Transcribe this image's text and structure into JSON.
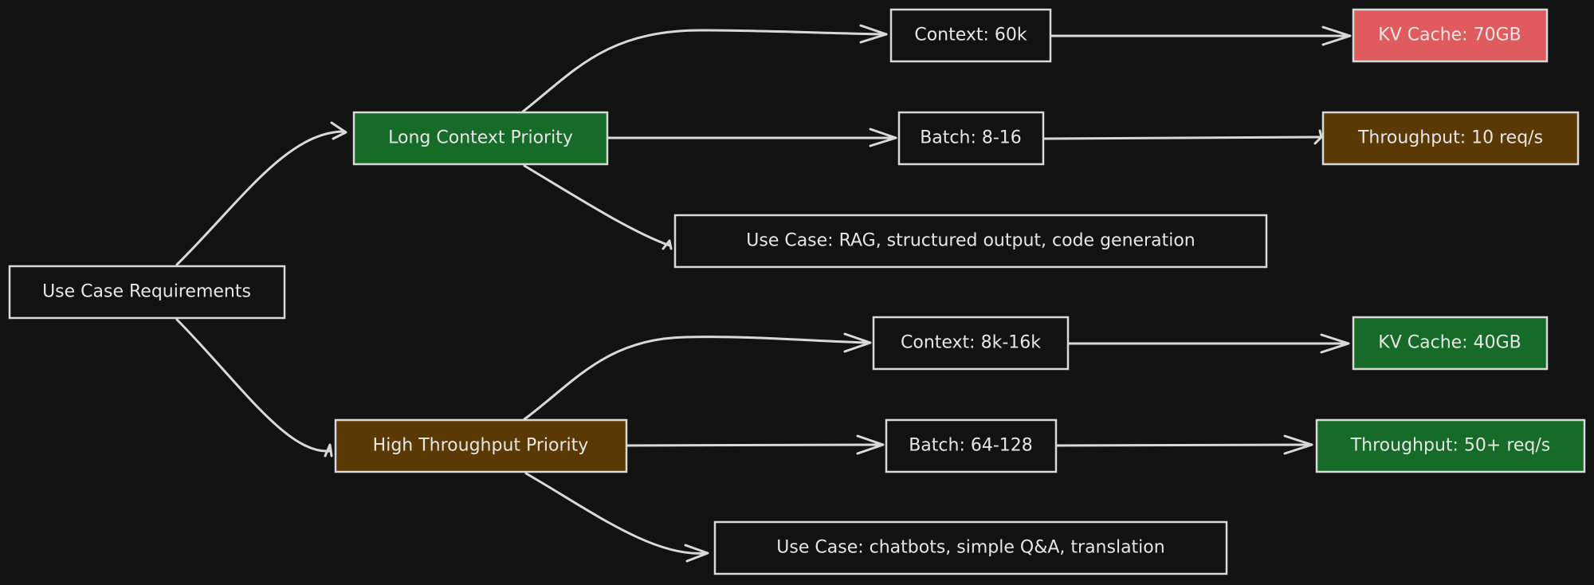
{
  "colors": {
    "background": "#121212",
    "stroke": "#d9d9d9",
    "text": "#e6e6e6",
    "default_fill": "#121212",
    "green": "#176b29",
    "brown": "#5a3904",
    "red": "#e05b5e"
  },
  "nodes": {
    "root": {
      "label": "Use Case Requirements",
      "fill": "default"
    },
    "long_context": {
      "label": "Long Context Priority",
      "fill": "green"
    },
    "high_throughput": {
      "label": "High Throughput Priority",
      "fill": "brown"
    },
    "lc_context": {
      "label": "Context: 60k",
      "fill": "default"
    },
    "lc_batch": {
      "label": "Batch: 8-16",
      "fill": "default"
    },
    "lc_usecase": {
      "label": "Use Case: RAG, structured output, code generation",
      "fill": "default"
    },
    "lc_kvcache": {
      "label": "KV Cache: 70GB",
      "fill": "red"
    },
    "lc_throughput": {
      "label": "Throughput: 10 req/s",
      "fill": "brown"
    },
    "ht_context": {
      "label": "Context: 8k-16k",
      "fill": "default"
    },
    "ht_batch": {
      "label": "Batch: 64-128",
      "fill": "default"
    },
    "ht_usecase": {
      "label": "Use Case: chatbots, simple Q&A, translation",
      "fill": "default"
    },
    "ht_kvcache": {
      "label": "KV Cache: 40GB",
      "fill": "green"
    },
    "ht_throughput": {
      "label": "Throughput: 50+ req/s",
      "fill": "green"
    }
  },
  "edges": [
    {
      "from": "root",
      "to": "long_context"
    },
    {
      "from": "root",
      "to": "high_throughput"
    },
    {
      "from": "long_context",
      "to": "lc_context"
    },
    {
      "from": "long_context",
      "to": "lc_batch"
    },
    {
      "from": "long_context",
      "to": "lc_usecase"
    },
    {
      "from": "lc_context",
      "to": "lc_kvcache"
    },
    {
      "from": "lc_batch",
      "to": "lc_throughput"
    },
    {
      "from": "high_throughput",
      "to": "ht_context"
    },
    {
      "from": "high_throughput",
      "to": "ht_batch"
    },
    {
      "from": "high_throughput",
      "to": "ht_usecase"
    },
    {
      "from": "ht_context",
      "to": "ht_kvcache"
    },
    {
      "from": "ht_batch",
      "to": "ht_throughput"
    }
  ]
}
